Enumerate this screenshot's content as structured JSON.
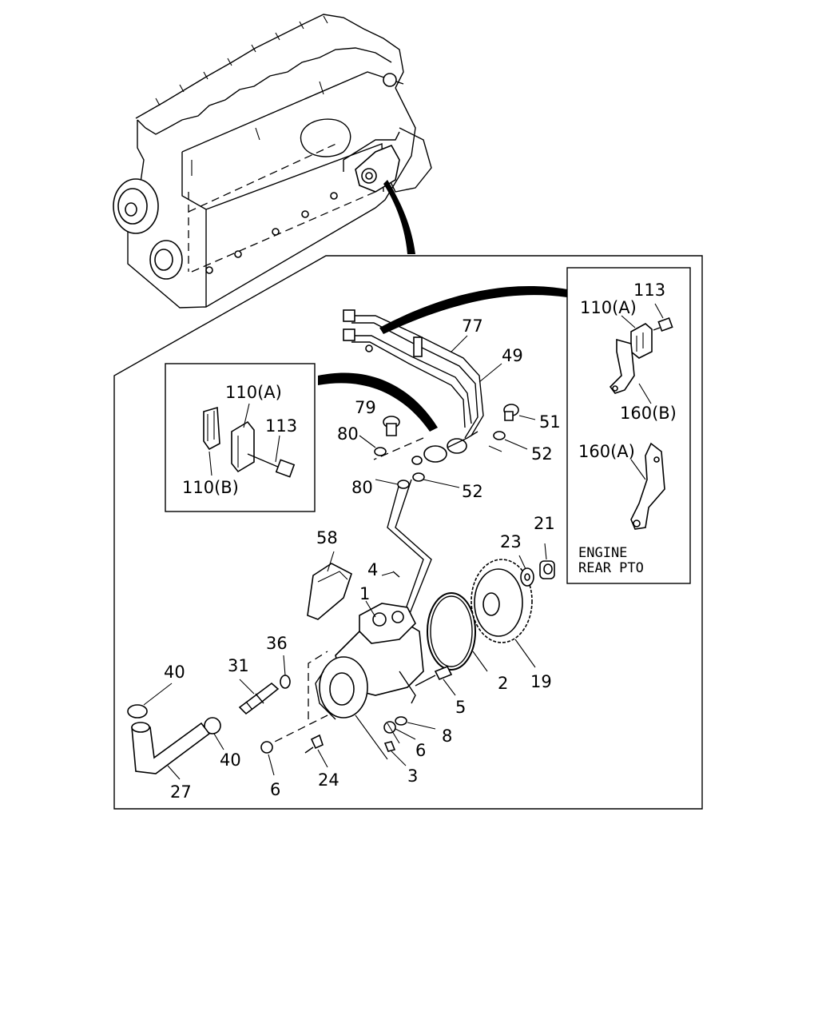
{
  "callouts": [
    {
      "id": "c113a",
      "text": "113"
    },
    {
      "id": "c110a_r",
      "text": "110(A)"
    },
    {
      "id": "c160b",
      "text": "160(B)"
    },
    {
      "id": "c160a",
      "text": "160(A)"
    },
    {
      "id": "c77",
      "text": "77"
    },
    {
      "id": "c49",
      "text": "49"
    },
    {
      "id": "c51",
      "text": "51"
    },
    {
      "id": "c52a",
      "text": "52"
    },
    {
      "id": "c52b",
      "text": "52"
    },
    {
      "id": "c79",
      "text": "79"
    },
    {
      "id": "c80a",
      "text": "80"
    },
    {
      "id": "c80b",
      "text": "80"
    },
    {
      "id": "c110a_l",
      "text": "110(A)"
    },
    {
      "id": "c113b",
      "text": "113"
    },
    {
      "id": "c110b",
      "text": "110(B)"
    },
    {
      "id": "c58",
      "text": "58"
    },
    {
      "id": "c4",
      "text": "4"
    },
    {
      "id": "c1",
      "text": "1"
    },
    {
      "id": "c23",
      "text": "23"
    },
    {
      "id": "c21",
      "text": "21"
    },
    {
      "id": "c2",
      "text": "2"
    },
    {
      "id": "c19",
      "text": "19"
    },
    {
      "id": "c36",
      "text": "36"
    },
    {
      "id": "c31",
      "text": "31"
    },
    {
      "id": "c40a",
      "text": "40"
    },
    {
      "id": "c40b",
      "text": "40"
    },
    {
      "id": "c5",
      "text": "5"
    },
    {
      "id": "c8",
      "text": "8"
    },
    {
      "id": "c6a",
      "text": "6"
    },
    {
      "id": "c6b",
      "text": "6"
    },
    {
      "id": "c3",
      "text": "3"
    },
    {
      "id": "c24",
      "text": "24"
    },
    {
      "id": "c27",
      "text": "27"
    }
  ],
  "note": {
    "line1": "ENGINE",
    "line2": "REAR PTO"
  }
}
